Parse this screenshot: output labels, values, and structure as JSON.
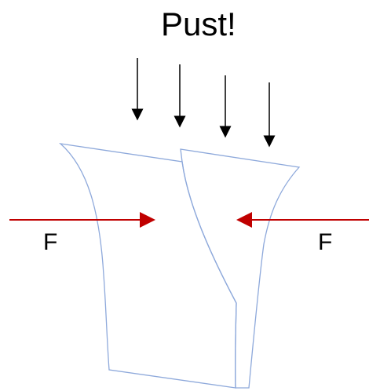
{
  "title": "Pust!",
  "forces": {
    "left_label": "F",
    "right_label": "F"
  },
  "colors": {
    "arrows": "#000000",
    "force_arrows": "#c00000",
    "sheet_outline": "#8ea9db",
    "text": "#000000",
    "background": "#ffffff"
  },
  "icons": {
    "down_arrow": "down-arrow-icon",
    "right_arrow": "right-arrow-icon",
    "left_arrow": "left-arrow-icon"
  }
}
